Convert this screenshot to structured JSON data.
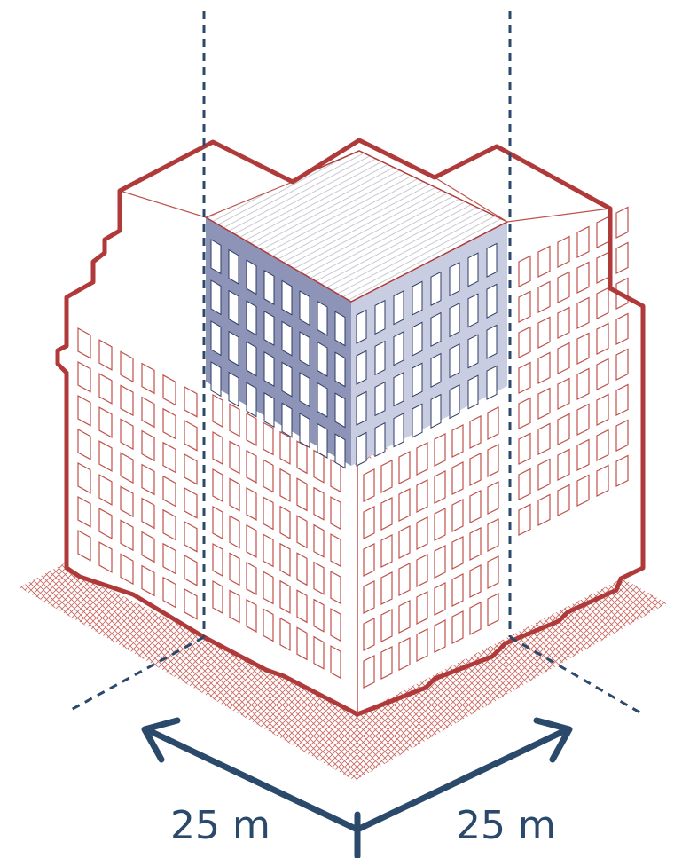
{
  "dimensions": {
    "left": {
      "value": 25,
      "unit": "m",
      "label": "25 m"
    },
    "right": {
      "value": 25,
      "unit": "m",
      "label": "25 m"
    }
  },
  "colors": {
    "building_outline": "#b03a3a",
    "building_line": "#c0504a",
    "highlight_fill_left": "#8d94b8",
    "highlight_fill_right": "#c9cde2",
    "dimension": "#2b4a6b",
    "ground_hatch": "#c0504a"
  },
  "icons": {
    "left_arrow": "arrow-up-left-icon",
    "right_arrow": "arrow-up-right-icon"
  }
}
